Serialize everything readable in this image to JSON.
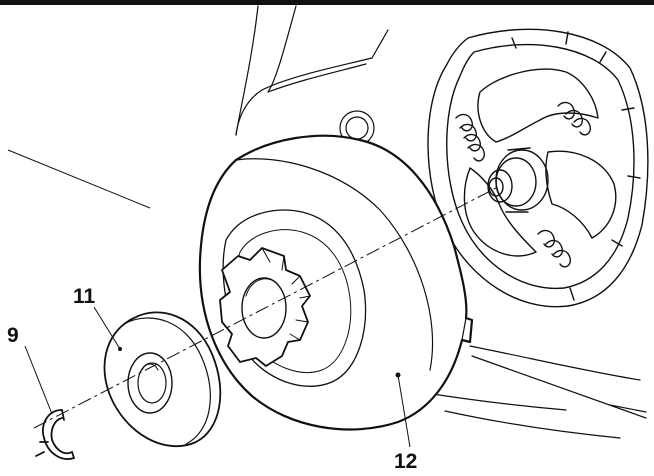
{
  "diagram": {
    "part_labels": {
      "circlip": "9",
      "washer": "11",
      "clutch_drum": "12"
    },
    "colors": {
      "line": "#111111",
      "background": "#ffffff"
    }
  }
}
